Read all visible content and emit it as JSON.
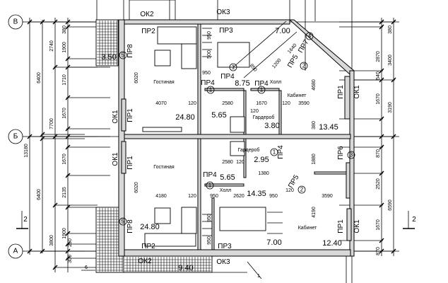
{
  "axes": [
    "В",
    "Б",
    "А"
  ],
  "rooms": {
    "living_top": "Гостиная",
    "living_bottom": "Гостиная",
    "hall_top": "Холл",
    "hall_bottom": "Холл",
    "study_top": "Кабинет",
    "study_bottom": "Кабинет",
    "wardrobe_top": "Гардероб",
    "wardrobe_bottom": "Гардероб"
  },
  "areas": [
    "3.50",
    "7.00",
    "8.75",
    "24.80",
    "5.65",
    "3.80",
    "13.45",
    "2.95",
    "5.65",
    "14.35",
    "24.80",
    "7.00",
    "12.40",
    "9.40"
  ],
  "openings": [
    "ОК2",
    "ОК3",
    "ПР2",
    "ПР3",
    "ПР8",
    "ПР4",
    "ПР4",
    "ПР4",
    "ПР7",
    "ПР5",
    "ПР1",
    "ОК1",
    "ОК1",
    "ПР1",
    "ОК1",
    "ПР1",
    "ПР4",
    "ПР4",
    "ПР6",
    "ПР5",
    "ПР1",
    "ОК1",
    "ПР8",
    "ПР2",
    "ПР3",
    "ОК2",
    "ОК3"
  ],
  "markers": [
    "5",
    "1",
    "1",
    "1",
    "4",
    "2",
    "1",
    "3",
    "1",
    "2",
    "5",
    "2",
    "2",
    "6",
    "1"
  ],
  "dims": [
    "380",
    "1900",
    "2740",
    "1710",
    "1670",
    "6400",
    "7700",
    "13180",
    "1670",
    "2135",
    "6400",
    "1900",
    "250",
    "3800",
    "300",
    "950",
    "500",
    "950",
    "850",
    "1200",
    "1640",
    "6020",
    "4070",
    "120",
    "2580",
    "1670",
    "120",
    "3590",
    "120",
    "4680",
    "380",
    "380",
    "2870",
    "3400",
    "540",
    "1670",
    "3190",
    "6020",
    "4180",
    "120",
    "950",
    "2580",
    "120",
    "1380",
    "2620",
    "950",
    "120",
    "3590",
    "1880",
    "4190",
    "870",
    "2520",
    "1670",
    "870",
    "6590",
    "950",
    "950"
  ]
}
